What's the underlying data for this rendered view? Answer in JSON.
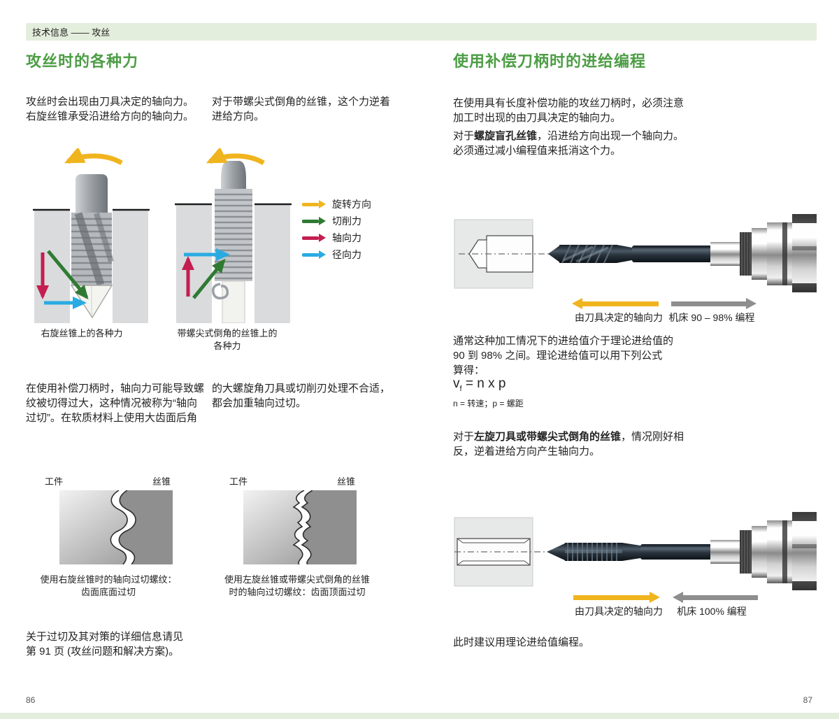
{
  "page": {
    "header": "技术信息 —— 攻丝",
    "page_number_left": "86",
    "page_number_right": "87"
  },
  "colors": {
    "accent_green": "#4c9d44",
    "header_bar_bg": "#e4eedd",
    "rotation_yellow": "#f0b41e",
    "cutting_green": "#2f7a32",
    "axial_red": "#c41e50",
    "radial_cyan": "#29abe2",
    "machine_gray": "#8e8e8e"
  },
  "left": {
    "title": "攻丝时的各种力",
    "intro_col1_lines": [
      "攻丝时会出现由刀具决定的轴向力。",
      "右旋丝锥承受沿进给方向的轴向力。"
    ],
    "intro_col2_lines": [
      "对于带螺尖式倒角的丝锥，这个力逆着",
      "进给方向。"
    ],
    "legend": [
      {
        "label": "旋转方向",
        "color": "#f0b41e"
      },
      {
        "label": "切削力",
        "color": "#2f7a32"
      },
      {
        "label": "轴向力",
        "color": "#c41e50"
      },
      {
        "label": "径向力",
        "color": "#29abe2"
      }
    ],
    "fig1_caption": "右旋丝锥上的各种力",
    "fig2_caption_lines": [
      "带螺尖式倒角的丝锥上的",
      "各种力"
    ],
    "body_col1_lines": [
      "在使用补偿刀柄时，轴向力可能导致螺",
      "纹被切得过大，这种情况被称为“轴向",
      "过切”。在软质材料上使用大齿面后角"
    ],
    "body_col2_lines": [
      "的大螺旋角刀具或切削刃处理不合适，",
      "都会加重轴向过切。"
    ],
    "profile1_left_label": "工件",
    "profile1_right_label": "丝锥",
    "profile2_left_label": "工件",
    "profile2_right_label": "丝锥",
    "fig3_caption_lines": [
      "使用右旋丝锥时的轴向过切螺纹：",
      "齿面底面过切"
    ],
    "fig4_caption_lines": [
      "使用左旋丝锥或带螺尖式倒角的丝锥",
      "时的轴向过切螺纹：齿面顶面过切"
    ],
    "footer_lines": [
      "关于过切及其对策的详细信息请见",
      "第 91 页 (攻丝问题和解决方案)。"
    ]
  },
  "right": {
    "title": "使用补偿刀柄时的进给编程",
    "para1_lines": [
      "在使用具有长度补偿功能的攻丝刀柄时，必须注意",
      "加工时出现的由刀具决定的轴向力。"
    ],
    "para2": {
      "l1_prefix": "对于",
      "l1_bold": "螺旋盲孔丝锥",
      "l1_rest": "，沿进给方向出现一个轴向力。",
      "l2": "必须通过减小编程值来抵消这个力。"
    },
    "fig1": {
      "force_label": "由刀具决定的轴向力",
      "machine_label": "机床 90 – 98% 编程"
    },
    "para3_lines": [
      "通常这种加工情况下的进给值介于理论进给值的",
      "90 到 98% 之间。理论进给值可以用下列公式",
      "算得："
    ],
    "formula": {
      "v": "v",
      "sub": "f",
      "rest": "= n x p",
      "note": "n = 转速；p = 螺距"
    },
    "para4": {
      "l1_prefix": "对于",
      "l1_bold": "左旋刀具或带螺尖式倒角的丝锥",
      "l1_rest": "，情况刚好相",
      "l2": "反，逆着进给方向产生轴向力。"
    },
    "fig2": {
      "force_label": "由刀具决定的轴向力",
      "machine_label": "机床 100% 编程"
    },
    "closing": "此时建议用理论进给值编程。"
  }
}
